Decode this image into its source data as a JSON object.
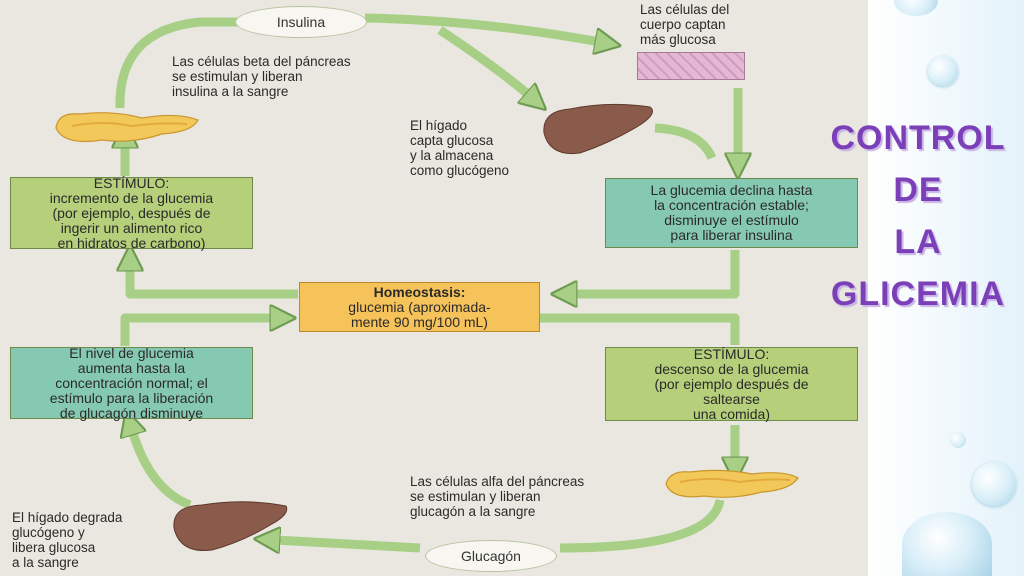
{
  "title": {
    "line1": "CONTROL",
    "line2": "DE",
    "line3": "LA",
    "line4": "GLICEMIA"
  },
  "insulina_label": "Insulina",
  "glucagon_label": "Glucagón",
  "beta_cells": {
    "l1": "Las células beta del páncreas",
    "l2": "se estimulan y liberan",
    "l3": "insulina a la sangre"
  },
  "body_cells": {
    "l1": "Las células del",
    "l2": "cuerpo captan",
    "l3": "más glucosa"
  },
  "liver_stores": {
    "l1": "El hígado",
    "l2": "capta glucosa",
    "l3": "y la almacena",
    "l4": "como glucógeno"
  },
  "stimulus_increase": {
    "l1": "ESTÍMULO:",
    "l2": "incremento de la glucemia",
    "l3": "(por ejemplo, después de",
    "l4": "ingerir un alimento rico",
    "l5": "en hidratos de carbono)"
  },
  "glucose_declines": {
    "l1": "La glucemia declina hasta",
    "l2": "la concentración estable;",
    "l3": "disminuye el estímulo",
    "l4": "para liberar insulina"
  },
  "homeostasis": {
    "l1": "Homeostasis:",
    "l2": "glucemia (aproximada-",
    "l3": "mente 90 mg/100 mL)"
  },
  "glucose_rises": {
    "l1": "El nivel de glucemia",
    "l2": "aumenta hasta la",
    "l3": "concentración normal; el",
    "l4": "estímulo para la liberación",
    "l5": "de glucagón disminuye"
  },
  "stimulus_decrease": {
    "l1": "ESTÍMULO:",
    "l2": "descenso de la glucemia",
    "l3": "(por ejemplo después de",
    "l4": "saltearse",
    "l5": "una comida)"
  },
  "alpha_cells": {
    "l1": "Las células alfa del páncreas",
    "l2": "se estimulan y liberan",
    "l3": "glucagón a la sangre"
  },
  "liver_releases": {
    "l1": "El hígado degrada",
    "l2": "glucógeno y",
    "l3": "libera glucosa",
    "l4": "a la sangre"
  },
  "colors": {
    "arrow": "#a7cf86",
    "arrow_edge": "#6f9a52",
    "green_box": "#b5cf7a",
    "teal_box": "#86c9b3",
    "orange_box": "#f6c25a",
    "title": "#7b3fb8"
  }
}
